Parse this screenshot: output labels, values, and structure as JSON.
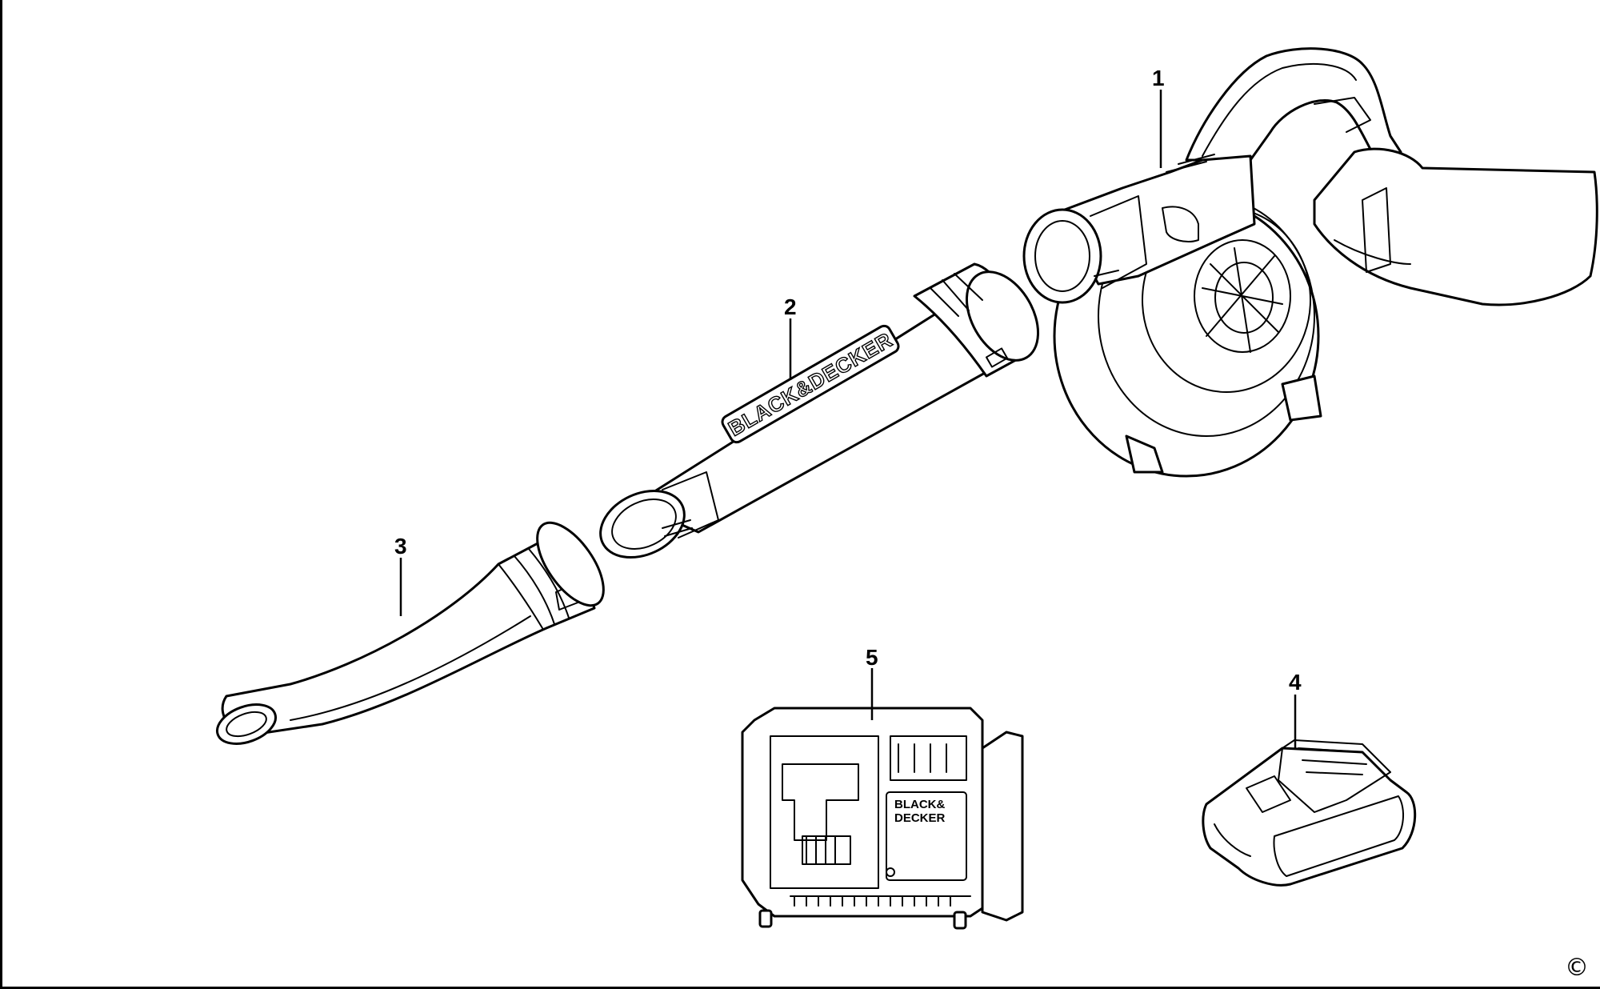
{
  "callouts": {
    "part1": "1",
    "part2": "2",
    "part3": "3",
    "part4": "4",
    "part5": "5"
  },
  "brand": {
    "tube_logo": "BLACK&DECKER",
    "charger_logo_line1": "BLACK&",
    "charger_logo_line2": "DECKER"
  },
  "copyright_symbol": "©"
}
